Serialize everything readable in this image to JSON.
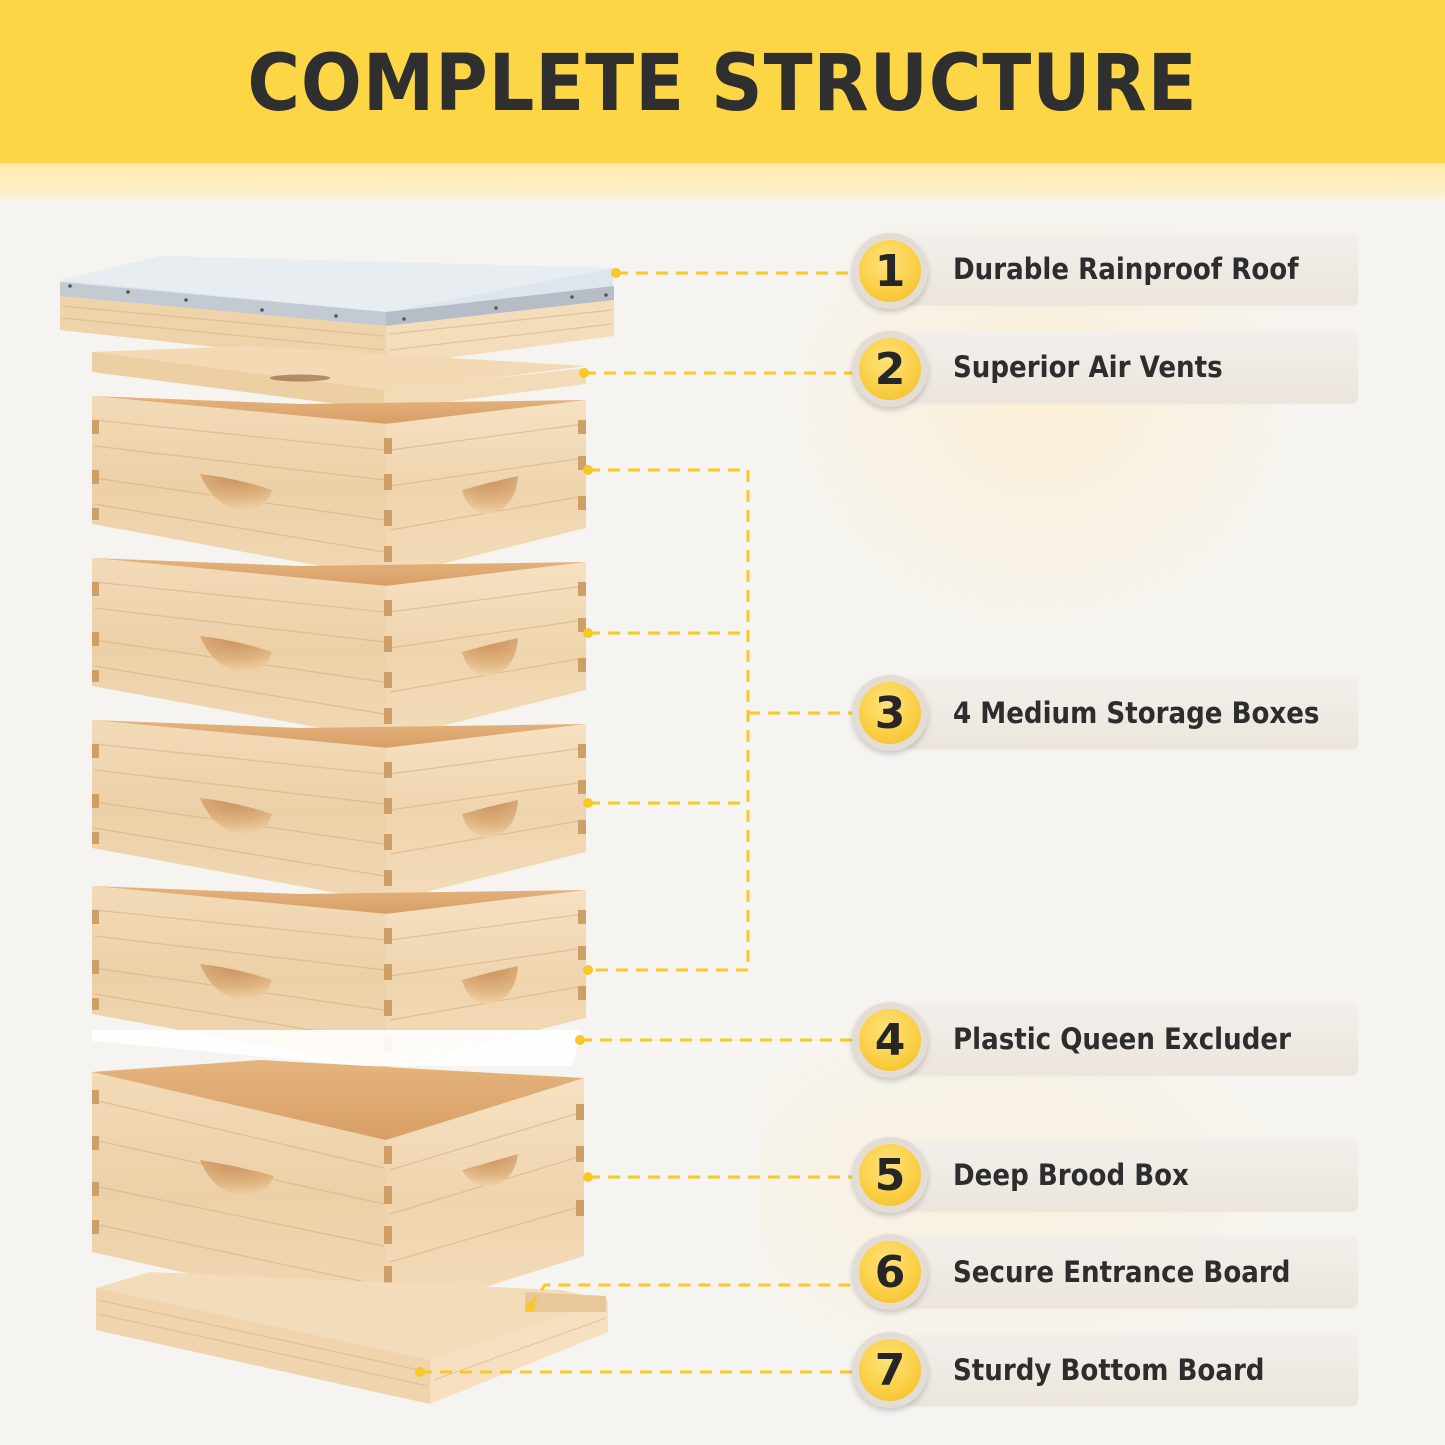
{
  "header": {
    "title": "COMPLETE STRUCTURE"
  },
  "colors": {
    "banner": "#fdd645",
    "accent_line": "#f7c925",
    "badge": "#fbd046",
    "text": "#2d2d2d",
    "background": "#f6f4f1"
  },
  "callouts": [
    {
      "number": "1",
      "label": "Durable Rainproof Roof",
      "part": "roof"
    },
    {
      "number": "2",
      "label": "Superior Air Vents",
      "part": "inner-cover"
    },
    {
      "number": "3",
      "label": "4 Medium Storage Boxes",
      "part": "medium-boxes"
    },
    {
      "number": "4",
      "label": "Plastic Queen Excluder",
      "part": "queen-excluder"
    },
    {
      "number": "5",
      "label": "Deep Brood Box",
      "part": "deep-box"
    },
    {
      "number": "6",
      "label": "Secure Entrance Board",
      "part": "entrance-reducer"
    },
    {
      "number": "7",
      "label": "Sturdy Bottom Board",
      "part": "bottom-board"
    }
  ]
}
